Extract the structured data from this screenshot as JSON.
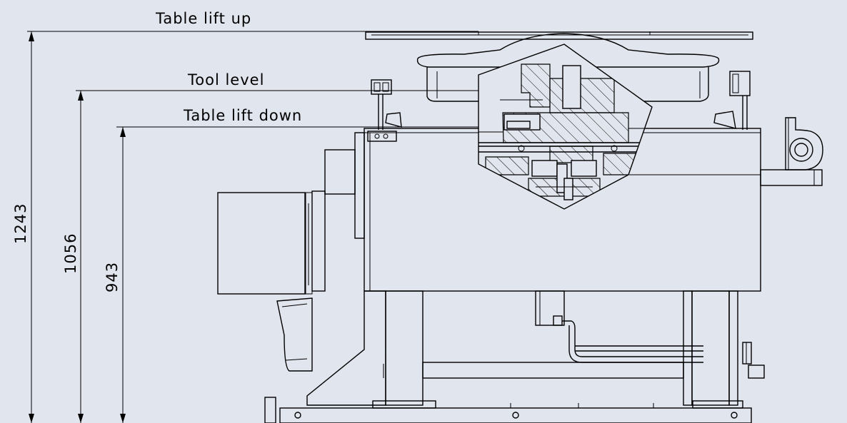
{
  "labels": {
    "table_lift_up": "Table lift up",
    "tool_level": "Tool level",
    "table_lift_down": "Table lift down"
  },
  "dimensions": {
    "table_lift_up": "1243",
    "tool_level": "1056",
    "table_lift_down": "943"
  },
  "colors": {
    "background": "#e1e5ee",
    "line": "#000000"
  }
}
